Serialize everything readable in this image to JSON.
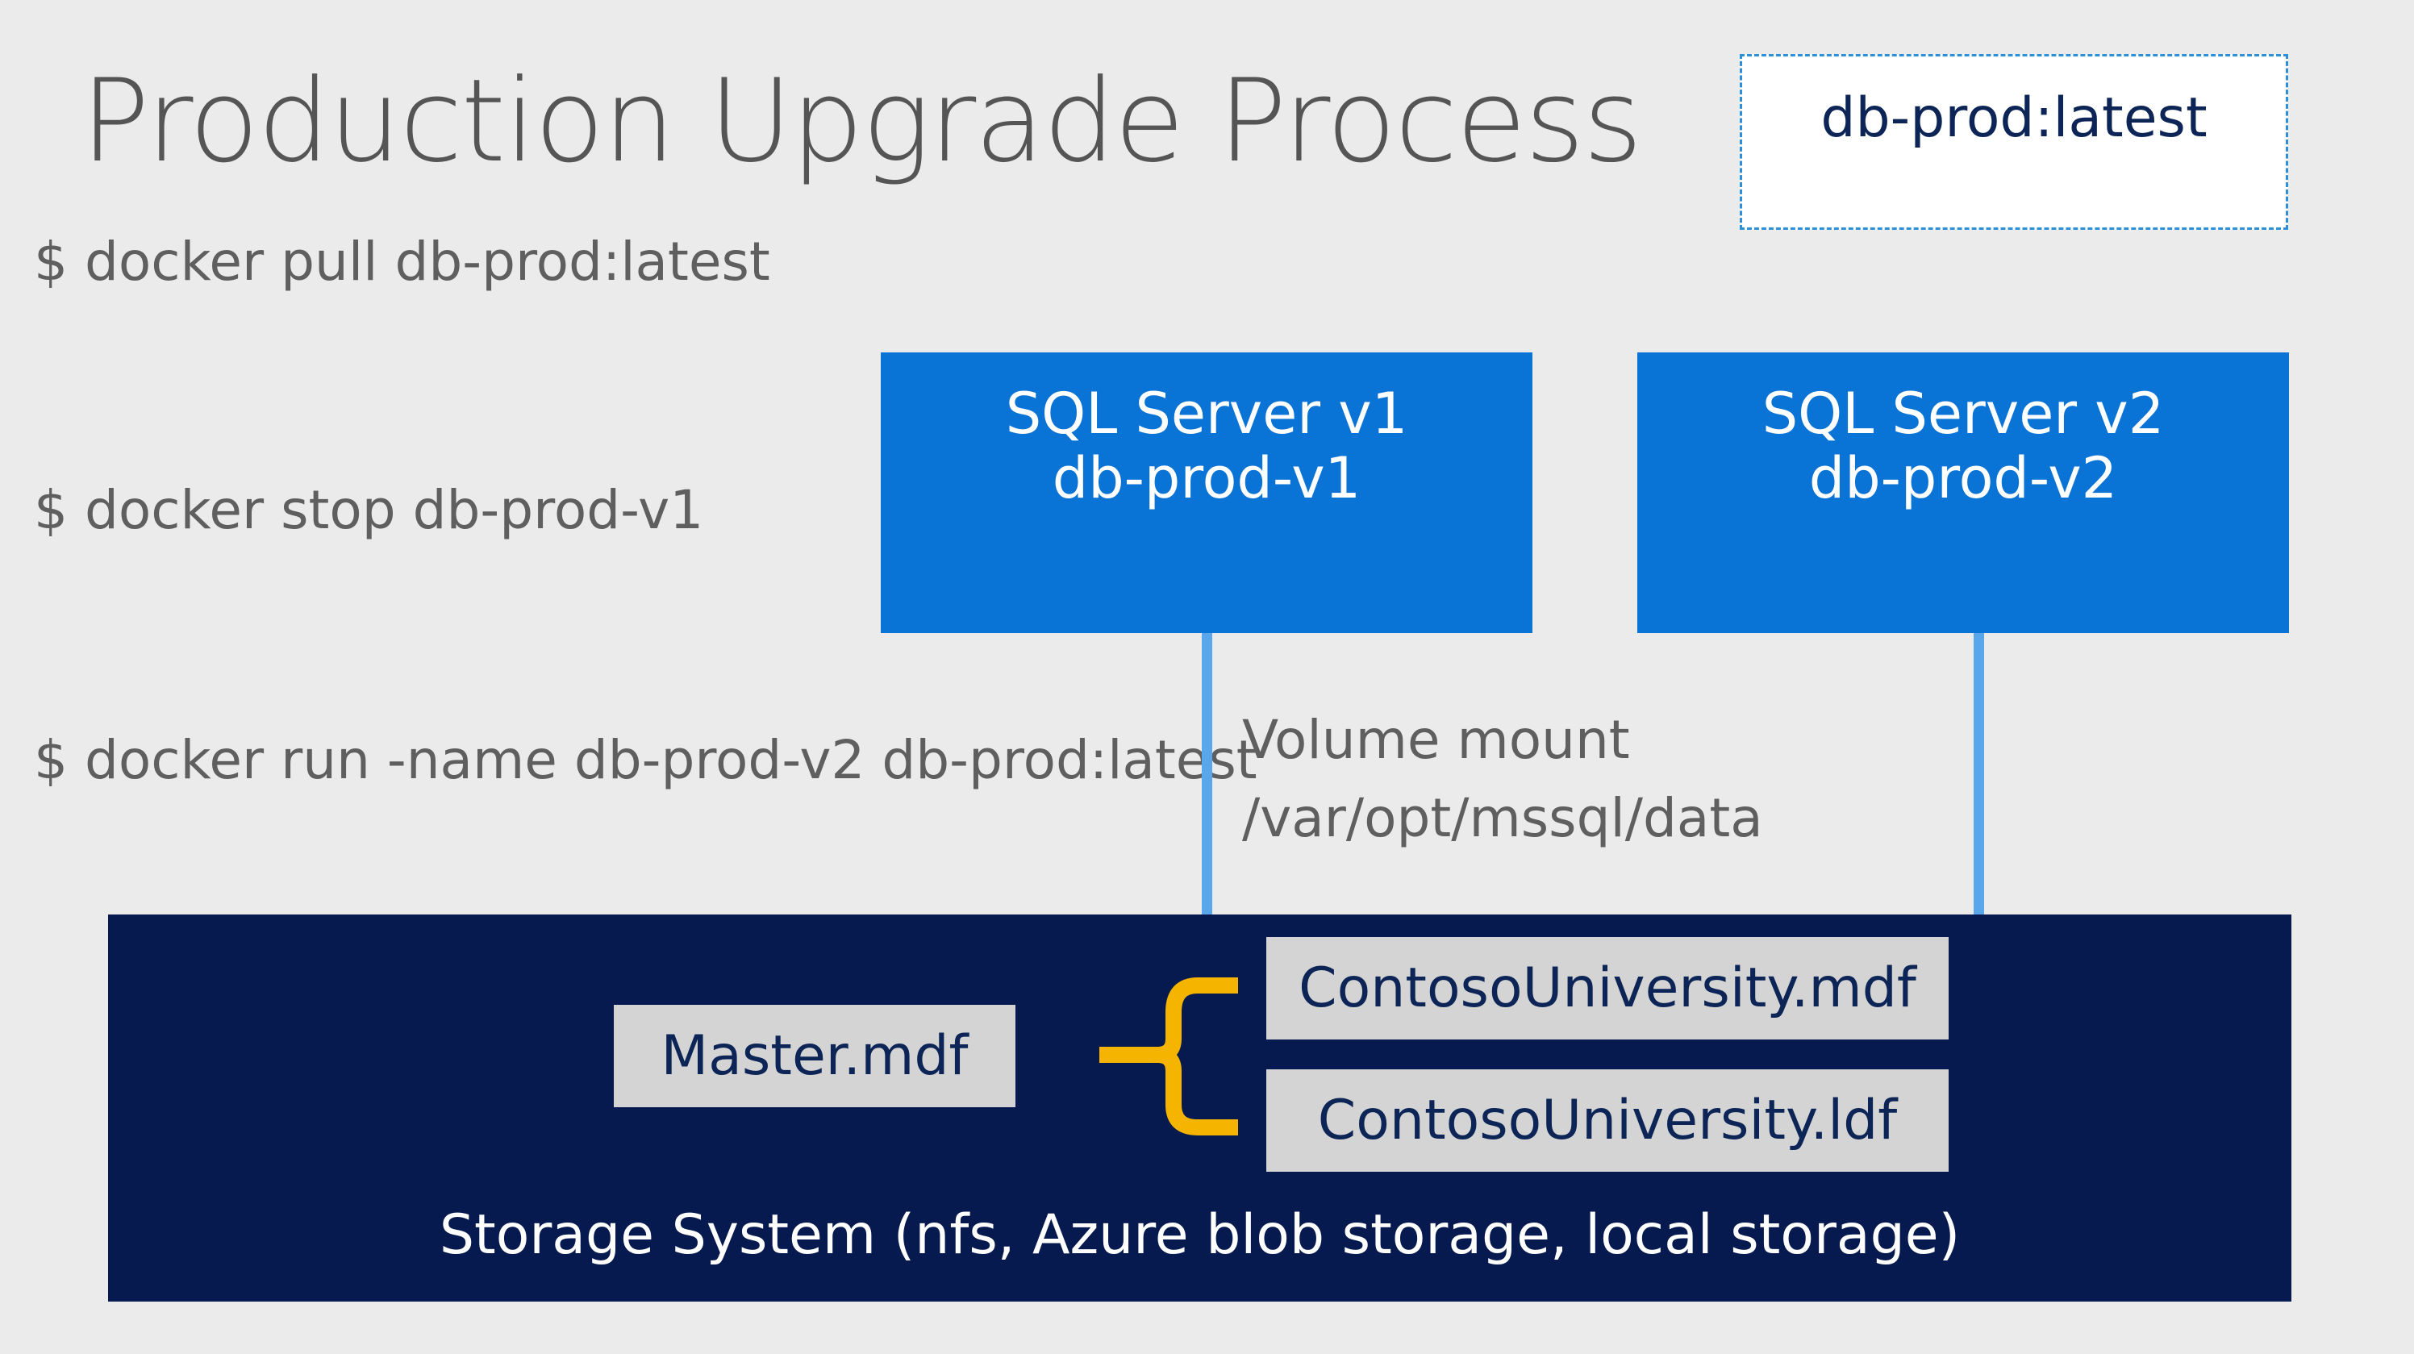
{
  "title": "Production Upgrade Process",
  "commands": {
    "pull": "$ docker pull db-prod:latest",
    "stop": "$ docker stop db-prod-v1",
    "run": "$ docker run -name db-prod-v2 db-prod:latest"
  },
  "image_tag": "db-prod:latest",
  "servers": [
    {
      "line1": "SQL Server v1",
      "line2": "db-prod-v1"
    },
    {
      "line1": "SQL Server v2",
      "line2": "db-prod-v2"
    }
  ],
  "volume_mount": {
    "label": "Volume mount",
    "path": "/var/opt/mssql/data"
  },
  "storage": {
    "files": {
      "master": "Master.mdf",
      "mdf": "ContosoUniversity.mdf",
      "ldf": "ContosoUniversity.ldf"
    },
    "label": "Storage System (nfs, Azure blob storage, local storage)"
  },
  "colors": {
    "background": "#ebebeb",
    "server_blue": "#0a73d6",
    "connector_blue": "#5aa6ea",
    "storage_navy": "#061a4f",
    "file_gray": "#d4d4d4",
    "brace_yellow": "#f5b400",
    "dashed_border": "#2e8fd9"
  }
}
